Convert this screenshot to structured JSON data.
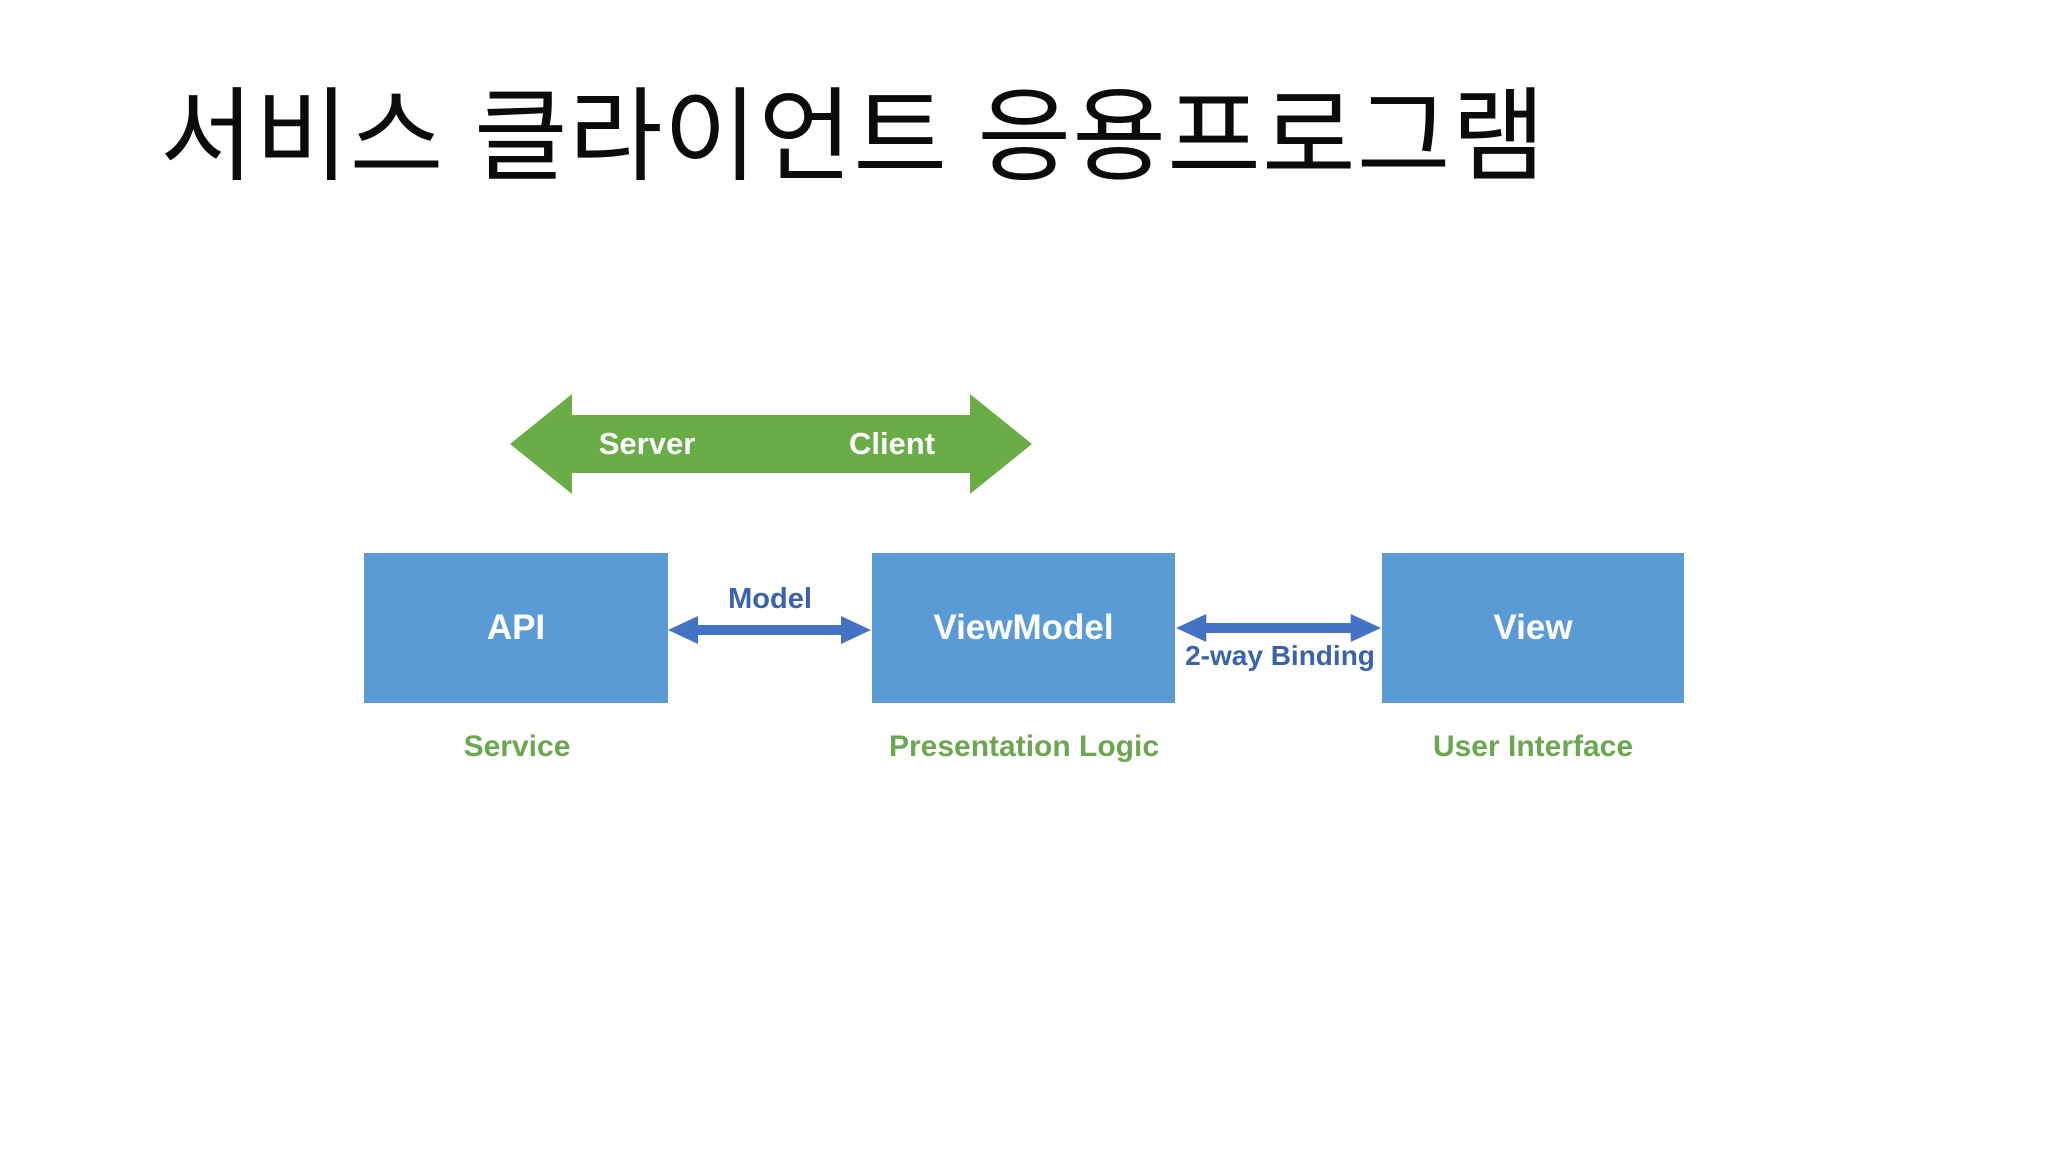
{
  "slide": {
    "title": "서비스 클라이언트 응용프로그램"
  },
  "server_client_arrow": {
    "left_label": "Server",
    "right_label": "Client"
  },
  "boxes": [
    {
      "label": "API",
      "caption": "Service"
    },
    {
      "label": "ViewModel",
      "caption": "Presentation Logic"
    },
    {
      "label": "View",
      "caption": "User Interface"
    }
  ],
  "connectors": [
    {
      "label": "Model",
      "label_position": "above"
    },
    {
      "label": "2-way Binding",
      "label_position": "below"
    }
  ],
  "colors": {
    "green": "#6aad47",
    "box_blue": "#5b9bd5",
    "arrow_blue": "#4472c4",
    "connector_text_blue": "#3b62ae",
    "caption_green": "#6aa84f",
    "box_text_white": "#ffffff",
    "title_black": "#0b0b0b"
  }
}
